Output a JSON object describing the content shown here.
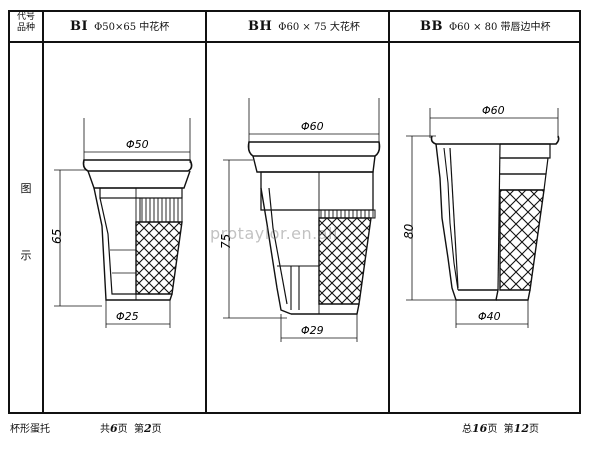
{
  "header": {
    "code_label_line1": "代号",
    "code_label_line2": "品种"
  },
  "side": {
    "char1": "图",
    "char2": "示"
  },
  "products": [
    {
      "code": "BI",
      "spec": "Φ50×65 中花杯",
      "dims": {
        "top": "Φ50",
        "height": "65",
        "bottom": "Φ25"
      }
    },
    {
      "code": "BH",
      "spec": "Φ60 × 75 大花杯",
      "dims": {
        "top": "Φ60",
        "height": "75",
        "bottom": "Φ29"
      }
    },
    {
      "code": "BB",
      "spec": "Φ60 × 80 带唇边中杯",
      "dims": {
        "top": "Φ60",
        "height": "80",
        "bottom": "Φ40"
      }
    }
  ],
  "footer": {
    "category": "杯形蛋托",
    "group_prefix": "共",
    "group_pages": "6",
    "group_suffix": "页",
    "page_prefix": "第",
    "page_num": "2",
    "page_suffix": "页",
    "total_prefix": "总",
    "total_pages": "16",
    "total_suffix": "页",
    "total_page_prefix": "第",
    "total_page_num": "12",
    "total_page_suffix": "页"
  },
  "watermark": "protaylor.en.ali"
}
